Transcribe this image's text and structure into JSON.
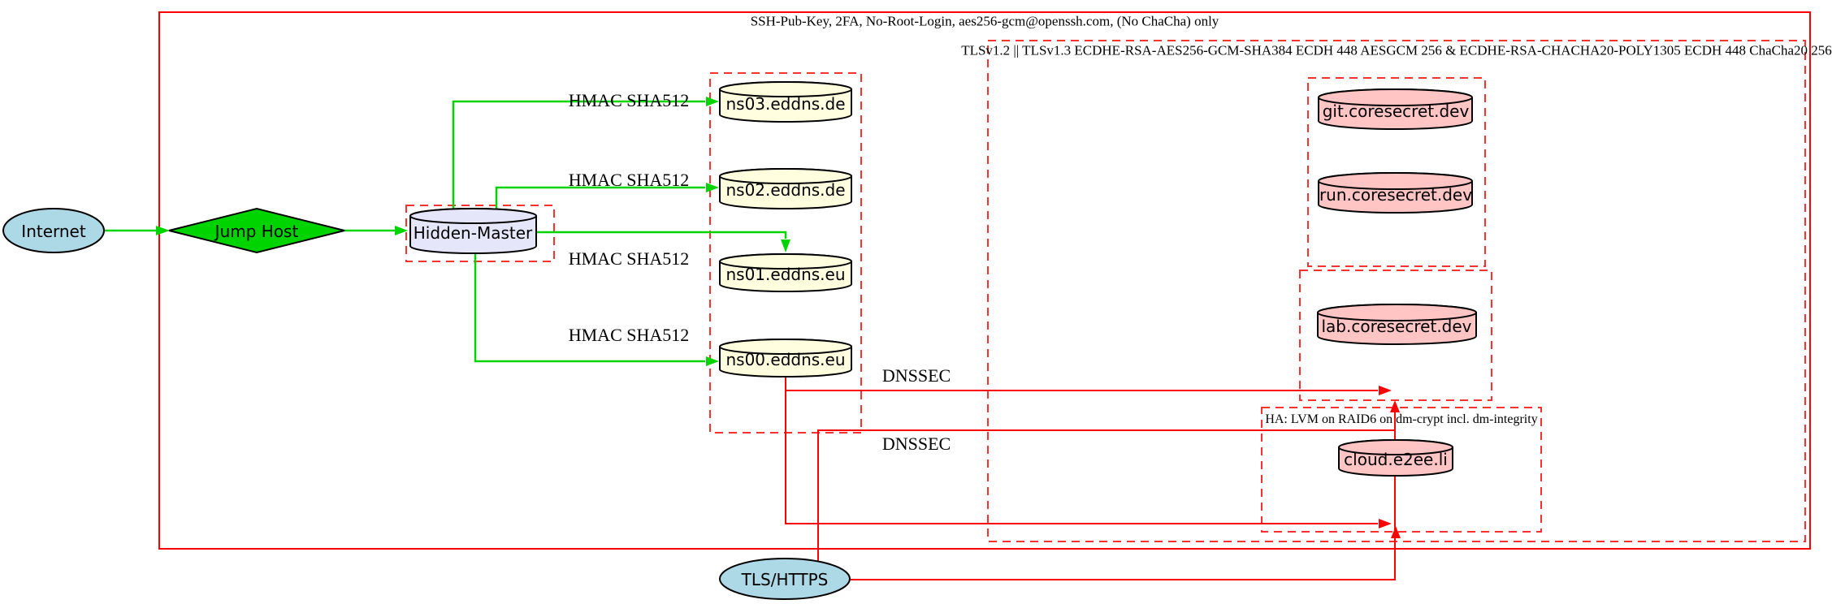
{
  "clusters": {
    "ssh": {
      "label": "SSH-Pub-Key, 2FA, No-Root-Login, aes256-gcm@openssh.com, (No ChaCha) only"
    },
    "tls": {
      "label": "TLSv1.2 || TLSv1.3 ECDHE-RSA-AES256-GCM-SHA384 ECDH 448 AESGCM 256 & ECDHE-RSA-CHACHA20-POLY1305 ECDH 448 ChaCha20 256"
    },
    "ha": {
      "label": "HA: LVM on RAID6 on dm-crypt incl. dm-integrity"
    }
  },
  "nodes": {
    "internet": {
      "label": "Internet",
      "shape": "ellipse"
    },
    "jump_host": {
      "label": "Jump Host",
      "shape": "diamond"
    },
    "hidden_master": {
      "label": "Hidden-Master",
      "shape": "cylinder"
    },
    "ns03": {
      "label": "ns03.eddns.de",
      "shape": "cylinder"
    },
    "ns02": {
      "label": "ns02.eddns.de",
      "shape": "cylinder"
    },
    "ns01": {
      "label": "ns01.eddns.eu",
      "shape": "cylinder"
    },
    "ns00": {
      "label": "ns00.eddns.eu",
      "shape": "cylinder"
    },
    "git": {
      "label": "git.coresecret.dev",
      "shape": "cylinder"
    },
    "run": {
      "label": "run.coresecret.dev",
      "shape": "cylinder"
    },
    "lab": {
      "label": "lab.coresecret.dev",
      "shape": "cylinder"
    },
    "cloud": {
      "label": "cloud.e2ee.li",
      "shape": "cylinder"
    },
    "tls_https": {
      "label": "TLS/HTTPS",
      "shape": "ellipse"
    }
  },
  "edge_labels": {
    "hmac_ns03": "HMAC SHA512",
    "hmac_ns02": "HMAC SHA512",
    "hmac_ns01": "HMAC SHA512",
    "hmac_ns00": "HMAC SHA512",
    "dnssec_1": "DNSSEC",
    "dnssec_2": "DNSSEC"
  },
  "colors": {
    "green": "#00d400",
    "red": "#ff0000",
    "red_dashed": "#ff3030",
    "lightblue": "#add8e6",
    "lightyellow": "#ffffe0",
    "lavender": "#e6e6fa",
    "pink": "#ffc4c4",
    "stroke_black": "#000000",
    "background": "#ffffff"
  }
}
